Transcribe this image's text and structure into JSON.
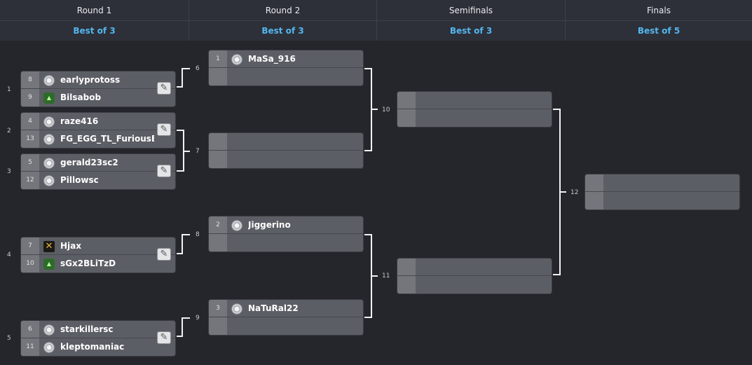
{
  "rounds": [
    {
      "name": "Round 1",
      "best_of": "Best of 3"
    },
    {
      "name": "Round 2",
      "best_of": "Best of 3"
    },
    {
      "name": "Semifinals",
      "best_of": "Best of 3"
    },
    {
      "name": "Finals",
      "best_of": "Best of 5"
    }
  ],
  "matches": {
    "m1": {
      "number": "1",
      "top": {
        "seed": "8",
        "name": "earlyprotoss",
        "race": "protoss"
      },
      "bottom": {
        "seed": "9",
        "name": "Bilsabob",
        "race": "zerg"
      }
    },
    "m2": {
      "number": "2",
      "top": {
        "seed": "4",
        "name": "raze416",
        "race": "protoss"
      },
      "bottom": {
        "seed": "13",
        "name": "FG_EGG_TL_FuriousEgg",
        "race": "protoss"
      }
    },
    "m3": {
      "number": "3",
      "top": {
        "seed": "5",
        "name": "gerald23sc2",
        "race": "protoss"
      },
      "bottom": {
        "seed": "12",
        "name": "Pillowsc",
        "race": "protoss"
      }
    },
    "m4": {
      "number": "4",
      "top": {
        "seed": "7",
        "name": "Hjax",
        "race": "random"
      },
      "bottom": {
        "seed": "10",
        "name": "sGx2BLiTzD",
        "race": "zerg"
      }
    },
    "m5": {
      "number": "5",
      "top": {
        "seed": "6",
        "name": "starkillersc",
        "race": "protoss"
      },
      "bottom": {
        "seed": "11",
        "name": "kleptomaniac",
        "race": "protoss"
      }
    },
    "m6": {
      "number": "6",
      "top": {
        "seed": "1",
        "name": "MaSa_916",
        "race": "protoss"
      },
      "bottom": {
        "seed": "",
        "name": ""
      }
    },
    "m7": {
      "number": "7",
      "top": {
        "seed": "",
        "name": ""
      },
      "bottom": {
        "seed": "",
        "name": ""
      }
    },
    "m8": {
      "number": "8",
      "top": {
        "seed": "2",
        "name": "Jiggerino",
        "race": "protoss"
      },
      "bottom": {
        "seed": "",
        "name": ""
      }
    },
    "m9": {
      "number": "9",
      "top": {
        "seed": "3",
        "name": "NaTuRal22",
        "race": "protoss"
      },
      "bottom": {
        "seed": "",
        "name": ""
      }
    },
    "m10": {
      "number": "10",
      "top": {
        "seed": "",
        "name": ""
      },
      "bottom": {
        "seed": "",
        "name": ""
      }
    },
    "m11": {
      "number": "11",
      "top": {
        "seed": "",
        "name": ""
      },
      "bottom": {
        "seed": "",
        "name": ""
      }
    },
    "m12": {
      "number": "12",
      "top": {
        "seed": "",
        "name": ""
      },
      "bottom": {
        "seed": "",
        "name": ""
      }
    }
  },
  "icons": {
    "edit": "edit-icon",
    "protoss": "protoss-race-icon",
    "zerg": "zerg-race-icon",
    "random": "random-race-icon"
  },
  "colors": {
    "accent": "#53b6ef",
    "background": "#24262c",
    "match": "#5c5e65"
  }
}
